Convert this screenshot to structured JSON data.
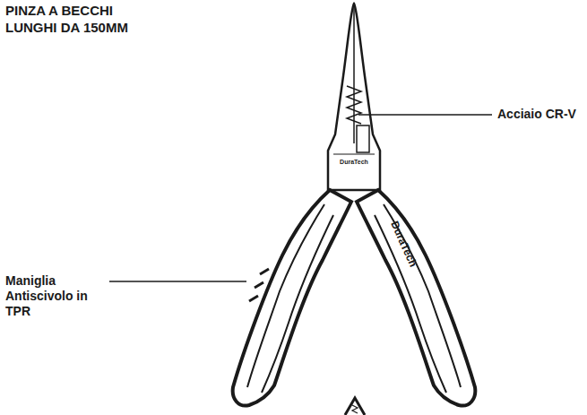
{
  "diagram": {
    "title": "PINZA A BECCHI LUNGHI DA 150MM",
    "labels": [
      "Acciaio CR-V",
      "DuraTech",
      "DuraTech",
      "Maniglia Antiscivolo in TPR"
    ]
  }
}
